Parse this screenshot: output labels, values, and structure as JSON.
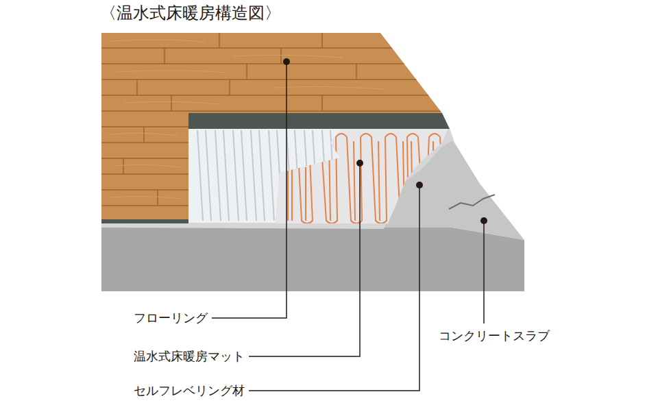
{
  "diagram": {
    "title": "〈温水式床暖房構造図〉",
    "labels": [
      "フローリング",
      "温水式床暖房マット",
      "セルフレベリング材",
      "コンクリートスラブ"
    ]
  }
}
